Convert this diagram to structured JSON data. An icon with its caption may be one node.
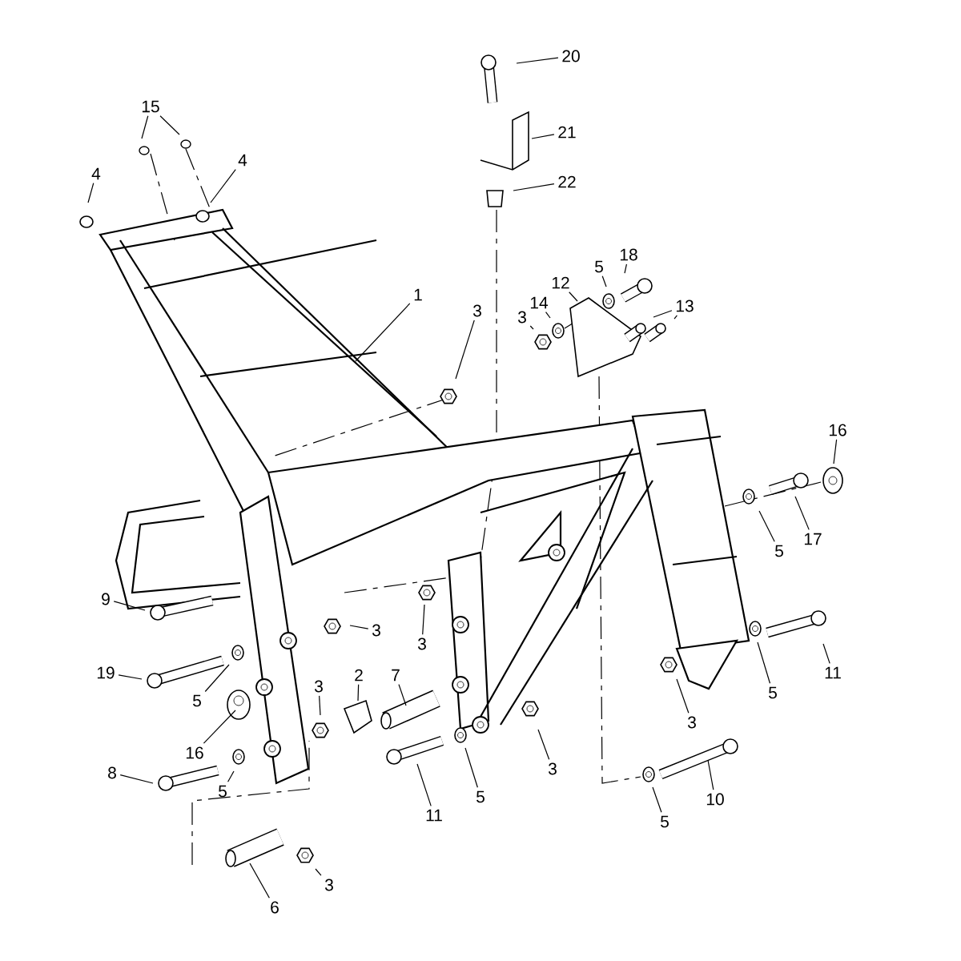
{
  "diagram": {
    "nodes": [
      {
        "text": [
          "15"
        ]
      },
      {
        "text": [
          "20"
        ]
      },
      {
        "text": [
          "21"
        ]
      },
      {
        "text": [
          "4"
        ]
      },
      {
        "text": [
          "4"
        ]
      },
      {
        "text": [
          "22"
        ]
      },
      {
        "text": [
          "18"
        ]
      },
      {
        "text": [
          "5"
        ]
      },
      {
        "text": [
          "12"
        ]
      },
      {
        "text": [
          "14"
        ]
      },
      {
        "text": [
          "3"
        ]
      },
      {
        "text": [
          "13"
        ]
      },
      {
        "text": [
          "1"
        ]
      },
      {
        "text": [
          "3"
        ]
      },
      {
        "text": [
          "16"
        ]
      },
      {
        "text": [
          "5"
        ]
      },
      {
        "text": [
          "17"
        ]
      },
      {
        "text": [
          "9"
        ]
      },
      {
        "text": [
          "3"
        ]
      },
      {
        "text": [
          "3"
        ]
      },
      {
        "text": [
          "11"
        ]
      },
      {
        "text": [
          "19"
        ]
      },
      {
        "text": [
          "5"
        ]
      },
      {
        "text": [
          "5"
        ]
      },
      {
        "text": [
          "2"
        ]
      },
      {
        "text": [
          "7"
        ]
      },
      {
        "text": [
          "3"
        ]
      },
      {
        "text": [
          "3"
        ]
      },
      {
        "text": [
          "16"
        ]
      },
      {
        "text": [
          "8"
        ]
      },
      {
        "text": [
          "5"
        ]
      },
      {
        "text": [
          "3"
        ]
      },
      {
        "text": [
          "11"
        ]
      },
      {
        "text": [
          "5"
        ]
      },
      {
        "text": [
          "10"
        ]
      },
      {
        "text": [
          "5"
        ]
      },
      {
        "text": [
          "6"
        ]
      },
      {
        "text": [
          "3"
        ]
      }
    ],
    "edges": [
      {
        "from": 0,
        "to": null,
        "arrow": "none"
      },
      {
        "from": 0,
        "to": null,
        "arrow": "none"
      },
      {
        "from": 1,
        "to": null,
        "arrow": "none"
      },
      {
        "from": 2,
        "to": null,
        "arrow": "none"
      },
      {
        "from": 3,
        "to": null,
        "arrow": "none"
      },
      {
        "from": 4,
        "to": null,
        "arrow": "none"
      },
      {
        "from": 5,
        "to": null,
        "arrow": "none"
      },
      {
        "from": 6,
        "to": null,
        "arrow": "none"
      },
      {
        "from": 7,
        "to": null,
        "arrow": "none"
      },
      {
        "from": 8,
        "to": null,
        "arrow": "none"
      },
      {
        "from": 9,
        "to": null,
        "arrow": "none"
      },
      {
        "from": 10,
        "to": null,
        "arrow": "none"
      },
      {
        "from": 11,
        "to": null,
        "arrow": "none"
      },
      {
        "from": 11,
        "to": null,
        "arrow": "none"
      },
      {
        "from": 12,
        "to": null,
        "arrow": "none"
      },
      {
        "from": 13,
        "to": null,
        "arrow": "none"
      },
      {
        "from": 14,
        "to": null,
        "arrow": "none"
      },
      {
        "from": 15,
        "to": null,
        "arrow": "none"
      },
      {
        "from": 16,
        "to": null,
        "arrow": "none"
      },
      {
        "from": 17,
        "to": null,
        "arrow": "none"
      },
      {
        "from": 18,
        "to": null,
        "arrow": "none"
      },
      {
        "from": 19,
        "to": null,
        "arrow": "none"
      },
      {
        "from": 20,
        "to": null,
        "arrow": "none"
      },
      {
        "from": 21,
        "to": null,
        "arrow": "none"
      },
      {
        "from": 22,
        "to": null,
        "arrow": "none"
      },
      {
        "from": 23,
        "to": null,
        "arrow": "none"
      },
      {
        "from": 24,
        "to": null,
        "arrow": "none"
      },
      {
        "from": 25,
        "to": null,
        "arrow": "none"
      },
      {
        "from": 26,
        "to": null,
        "arrow": "none"
      },
      {
        "from": 27,
        "to": null,
        "arrow": "none"
      },
      {
        "from": 28,
        "to": null,
        "arrow": "none"
      },
      {
        "from": 29,
        "to": null,
        "arrow": "none"
      },
      {
        "from": 30,
        "to": null,
        "arrow": "none"
      },
      {
        "from": 31,
        "to": null,
        "arrow": "none"
      },
      {
        "from": 32,
        "to": null,
        "arrow": "none"
      },
      {
        "from": 33,
        "to": null,
        "arrow": "none"
      },
      {
        "from": 34,
        "to": null,
        "arrow": "none"
      },
      {
        "from": 35,
        "to": null,
        "arrow": "none"
      },
      {
        "from": 36,
        "to": null,
        "arrow": "none"
      },
      {
        "from": 37,
        "to": null,
        "arrow": "none"
      }
    ]
  }
}
